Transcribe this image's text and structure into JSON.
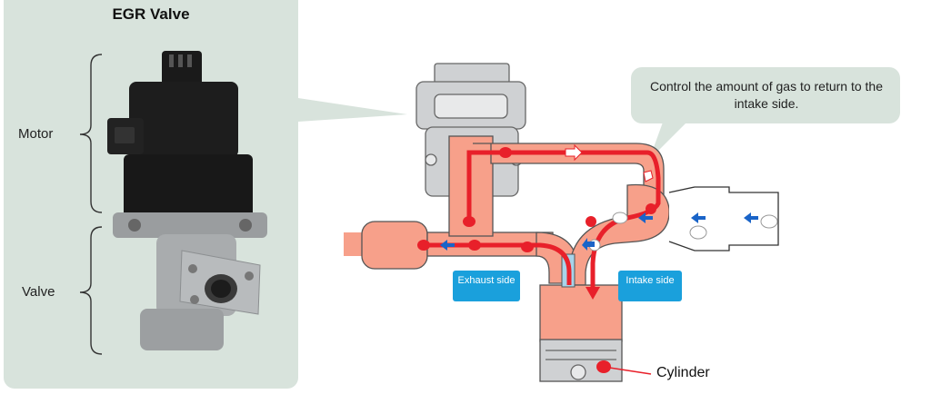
{
  "panel": {
    "title": "EGR Valve",
    "labels": {
      "motor": "Motor",
      "valve": "Valve"
    }
  },
  "callout": "Control the amount of gas to return to the intake side.",
  "sides": {
    "exhaust": "Exhaust side",
    "intake": "Intake side"
  },
  "cylinder": "Cylinder",
  "colors": {
    "panel": "#d8e3dc",
    "pipe_fill": "#f7a08a",
    "gas_flow": "#e8202a",
    "intake_arrow": "#1a64c8",
    "side_label_bg": "#1aa0dc"
  }
}
